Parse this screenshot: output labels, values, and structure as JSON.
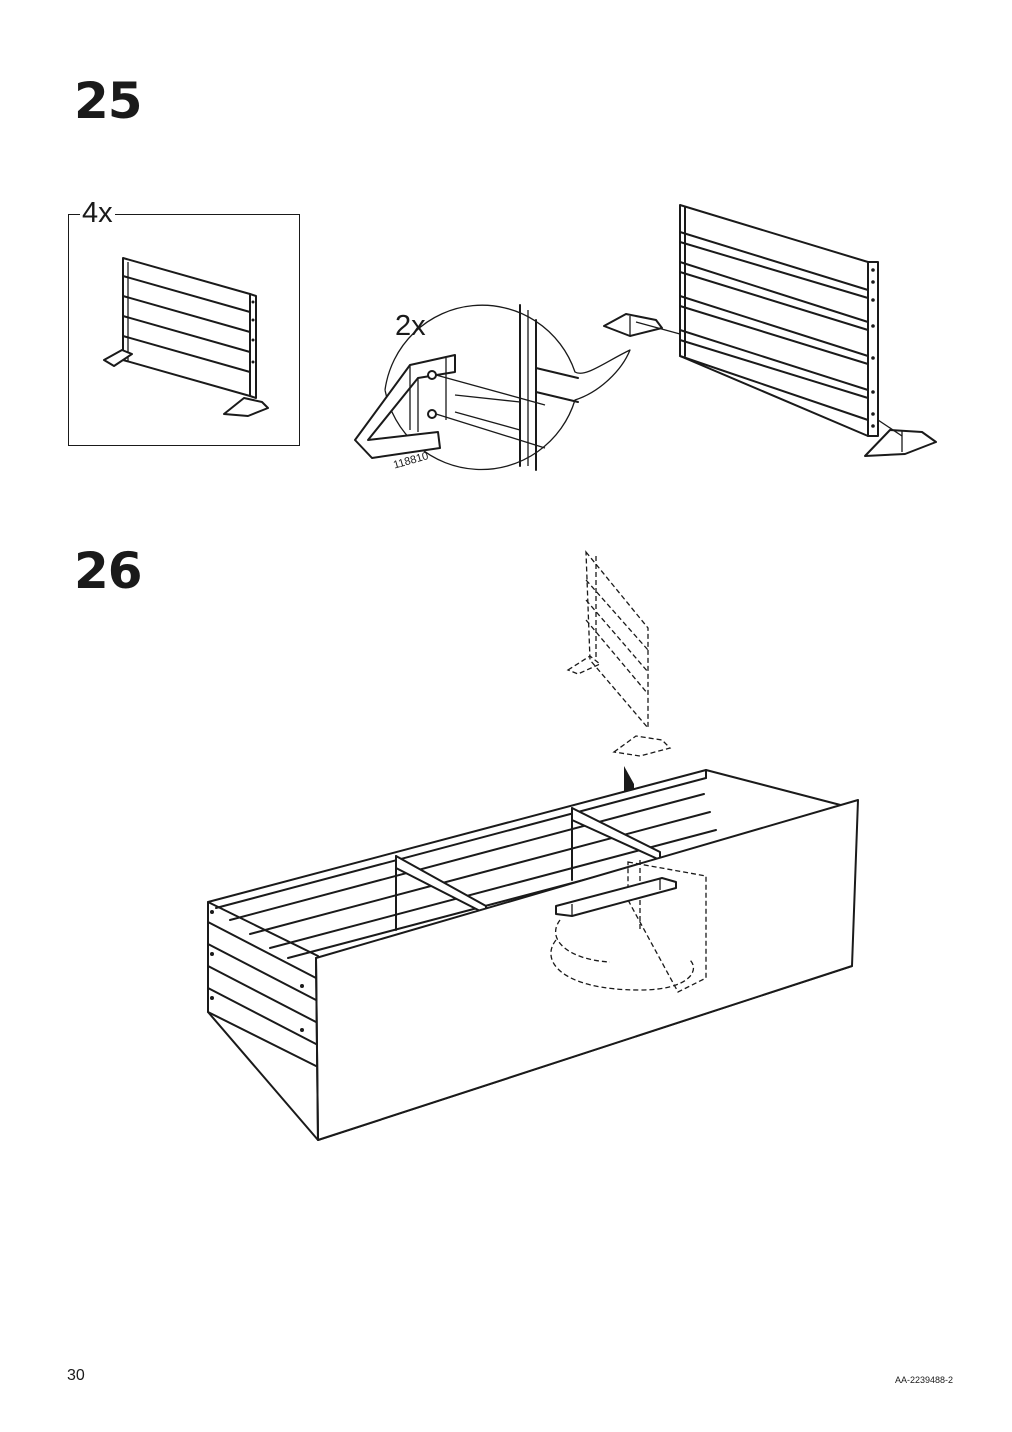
{
  "page": {
    "number": "30",
    "document_code": "AA-2239488-2"
  },
  "steps": [
    {
      "number": "25",
      "panel_quantity": "4x",
      "detail_quantity": "2x",
      "part_number": "118810"
    },
    {
      "number": "26"
    }
  ]
}
